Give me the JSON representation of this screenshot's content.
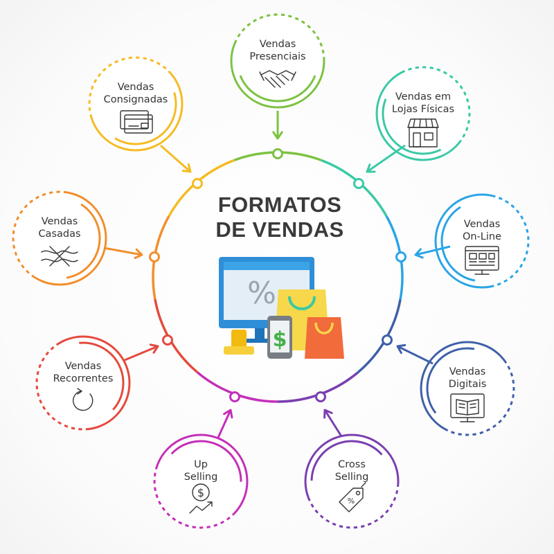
{
  "title": {
    "line1": "FORMATOS",
    "line2": "DE VENDAS"
  },
  "nodes": [
    {
      "line1": "Vendas",
      "line2": "Presenciais",
      "color": "#7cc242",
      "icon": "handshake-icon"
    },
    {
      "line1": "Vendas em",
      "line2": "Lojas Físicas",
      "color": "#3ac9a6",
      "icon": "storefront-icon"
    },
    {
      "line1": "Vendas",
      "line2": "On-Line",
      "color": "#2aa4e6",
      "icon": "online-store-monitor-icon"
    },
    {
      "line1": "Vendas",
      "line2": "Digitais",
      "color": "#3f60a8",
      "icon": "ebook-monitor-icon"
    },
    {
      "line1": "Cross",
      "line2": "Selling",
      "color": "#7a3fb0",
      "icon": "price-tag-icon"
    },
    {
      "line1": "Up",
      "line2": "Selling",
      "color": "#c42fb8",
      "icon": "dollar-growth-icon"
    },
    {
      "line1": "Vendas",
      "line2": "Recorrentes",
      "color": "#e44a3e",
      "icon": "recurring-arrow-icon"
    },
    {
      "line1": "Vendas",
      "line2": "Casadas",
      "color": "#f28e2c",
      "icon": "tied-items-icon"
    },
    {
      "line1": "Vendas",
      "line2": "Consignadas",
      "color": "#f5bb22",
      "icon": "credit-card-icon"
    }
  ],
  "center_illustration": {
    "icon": "ecommerce-illustration",
    "monitor_text": "%",
    "phone_text": "$"
  }
}
